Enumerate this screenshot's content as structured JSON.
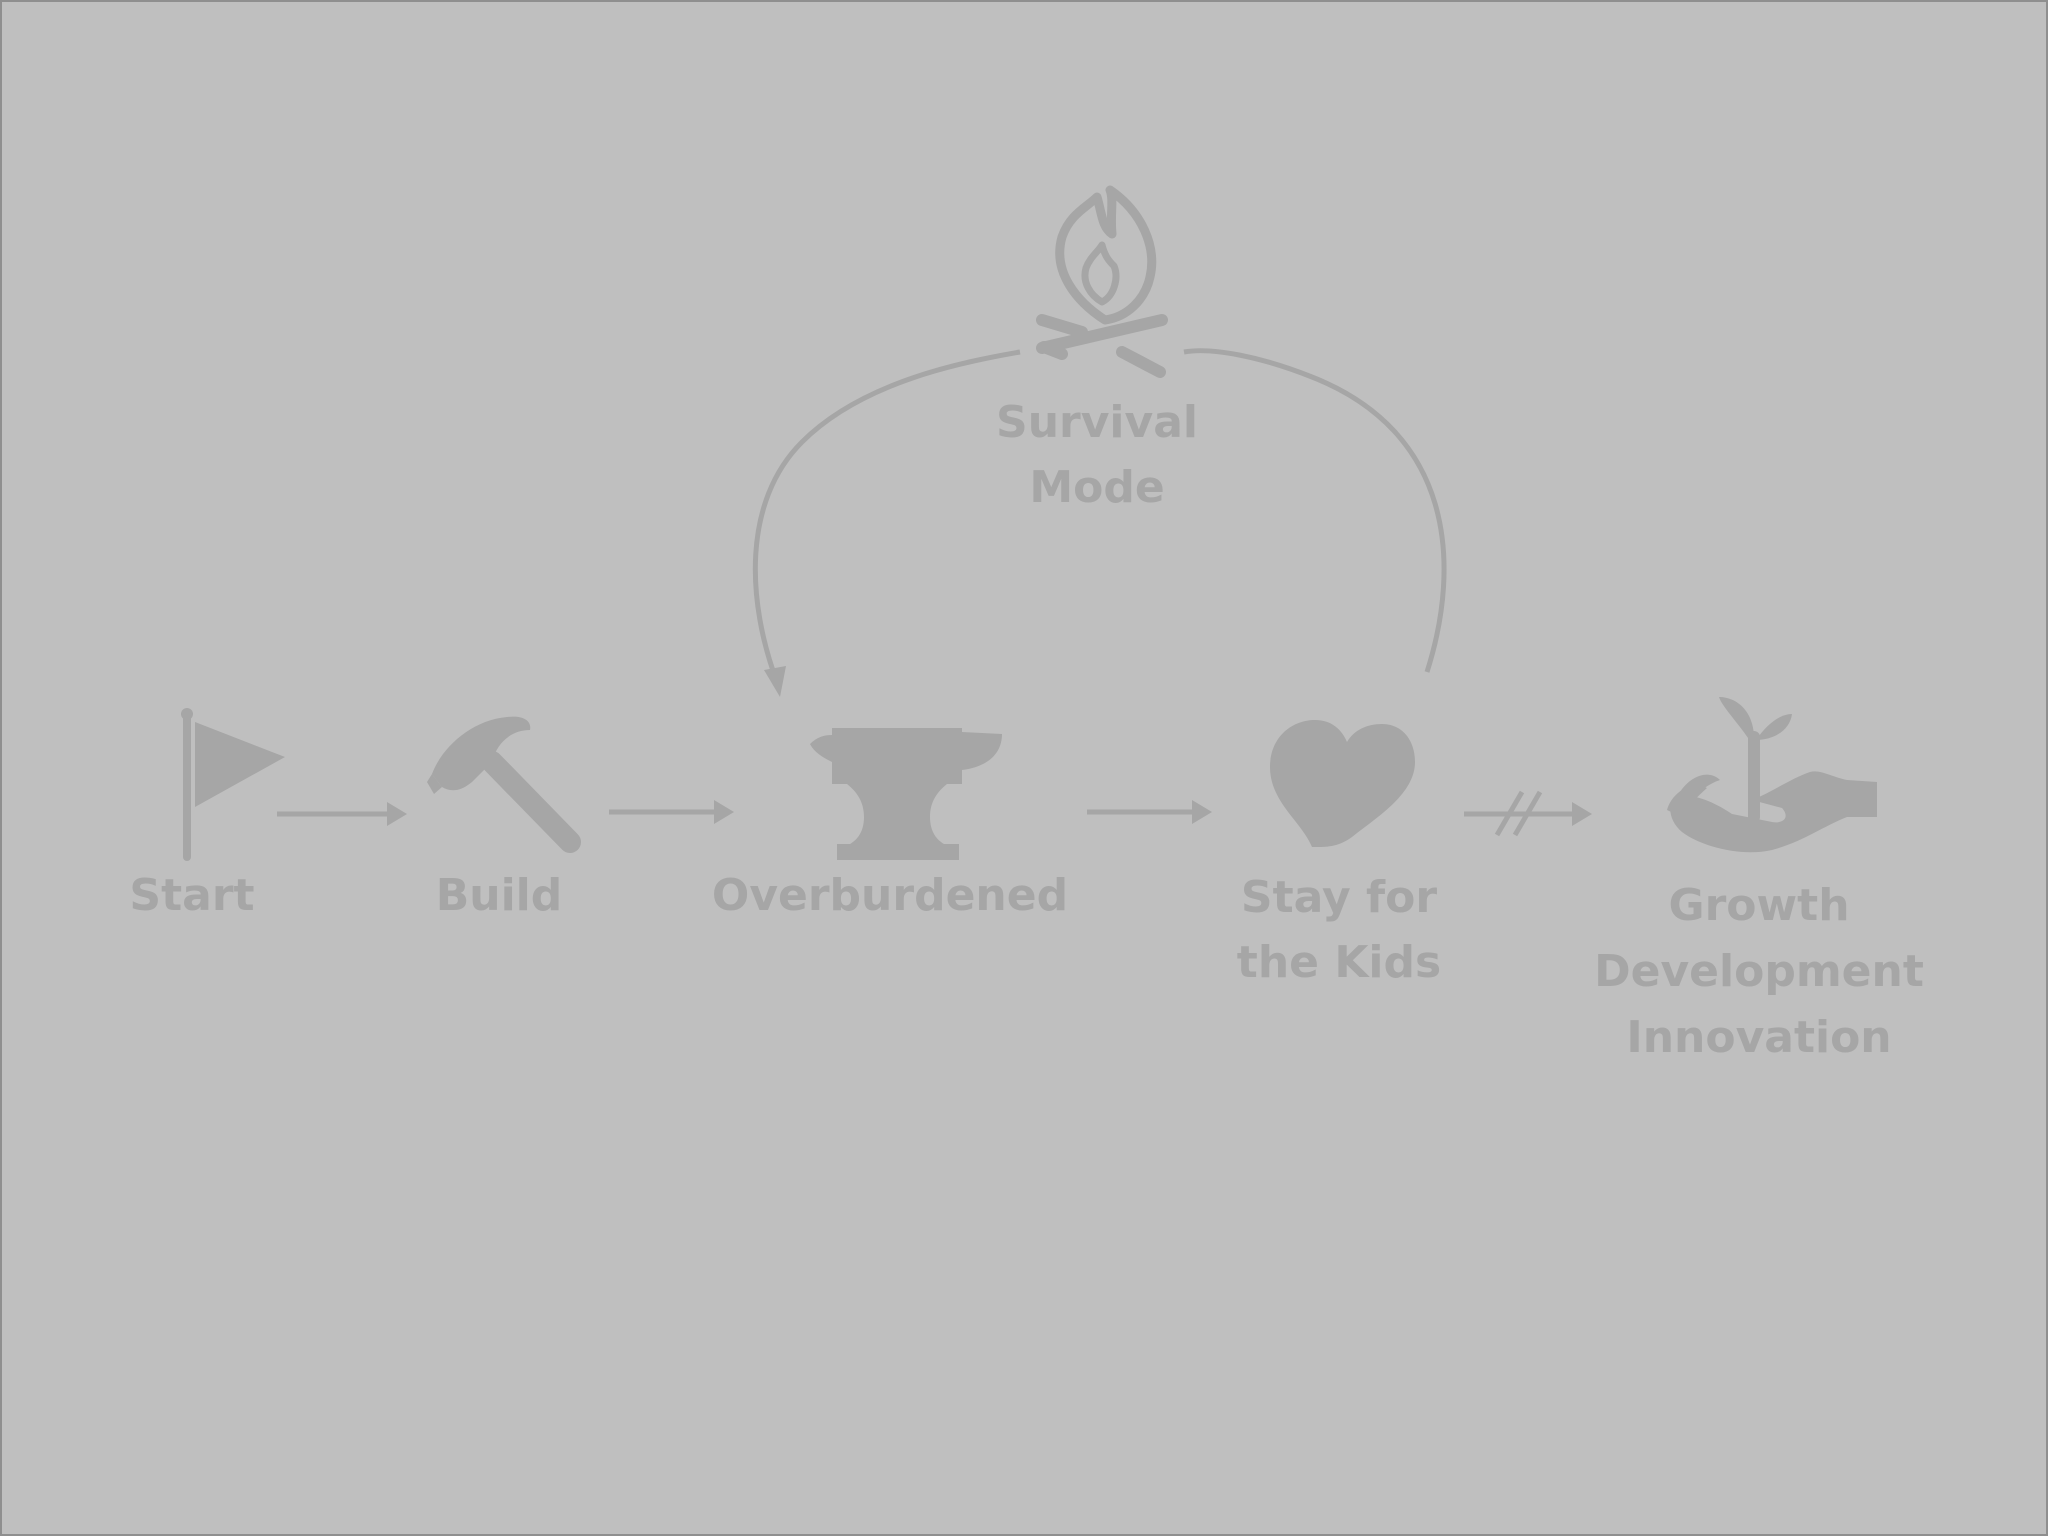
{
  "colors": {
    "background": "#bfbfbf",
    "ink": "#a6a6a6"
  },
  "nodes": {
    "start": {
      "label": "Start",
      "icon": "flag-icon"
    },
    "build": {
      "label": "Build",
      "icon": "hammer-icon"
    },
    "overburdened": {
      "label": "Overburdened",
      "icon": "anvil-icon"
    },
    "stay": {
      "label_line1": "Stay for",
      "label_line2": "the Kids",
      "icon": "heart-icon"
    },
    "growth": {
      "label_line1": "Growth",
      "label_line2": "Development",
      "label_line3": "Innovation",
      "icon": "hand-sprout-icon"
    },
    "survival": {
      "label_line1": "Survival",
      "label_line2": "Mode",
      "icon": "campfire-icon"
    }
  }
}
